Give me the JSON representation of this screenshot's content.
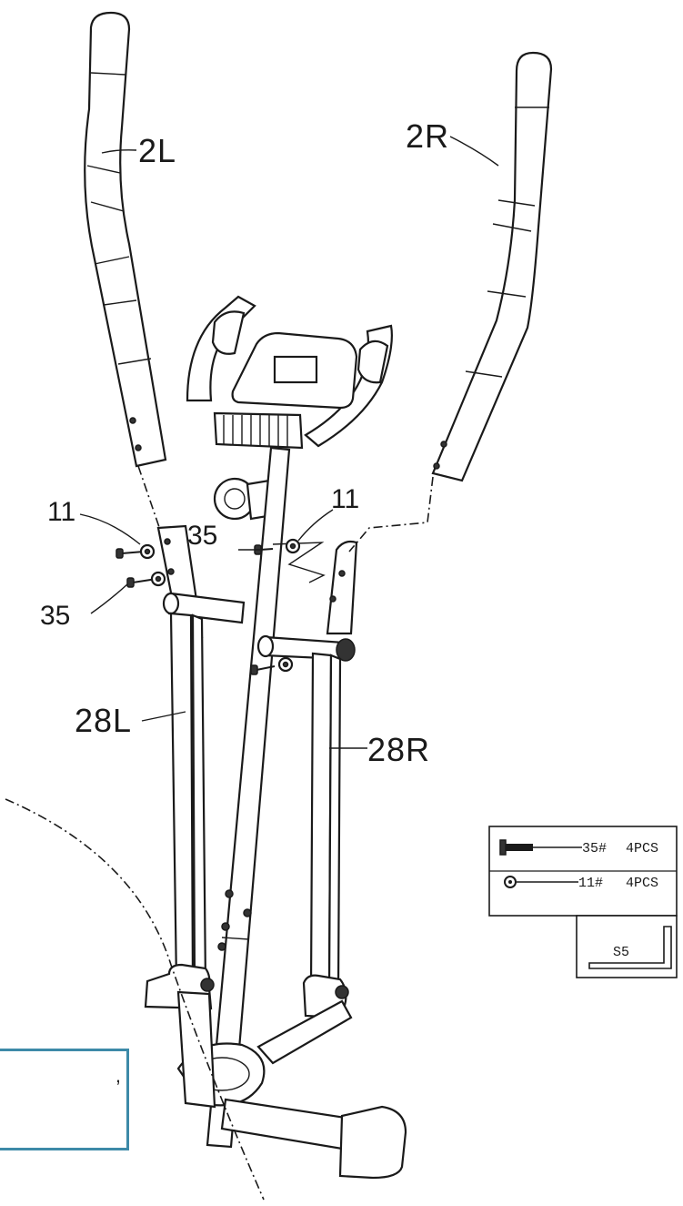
{
  "labels": {
    "left_handlebar": "2L",
    "right_handlebar": "2R",
    "left_washer": "11",
    "right_washer": "11",
    "left_bolt": "35",
    "center_bolt": "35",
    "left_lower_arm": "28L",
    "right_lower_arm": "28R"
  },
  "hardware_pack": {
    "items": [
      {
        "code": "35#",
        "qty": "4PCS",
        "icon": "bolt-icon"
      },
      {
        "code": "11#",
        "qty": "4PCS",
        "icon": "washer-icon"
      }
    ],
    "tool": {
      "name": "S5",
      "icon": "allen-key-icon"
    }
  },
  "note": {
    "text_fragment": ","
  },
  "colors": {
    "line": "#1a1a1a",
    "note_border": "#3d8aa8"
  }
}
